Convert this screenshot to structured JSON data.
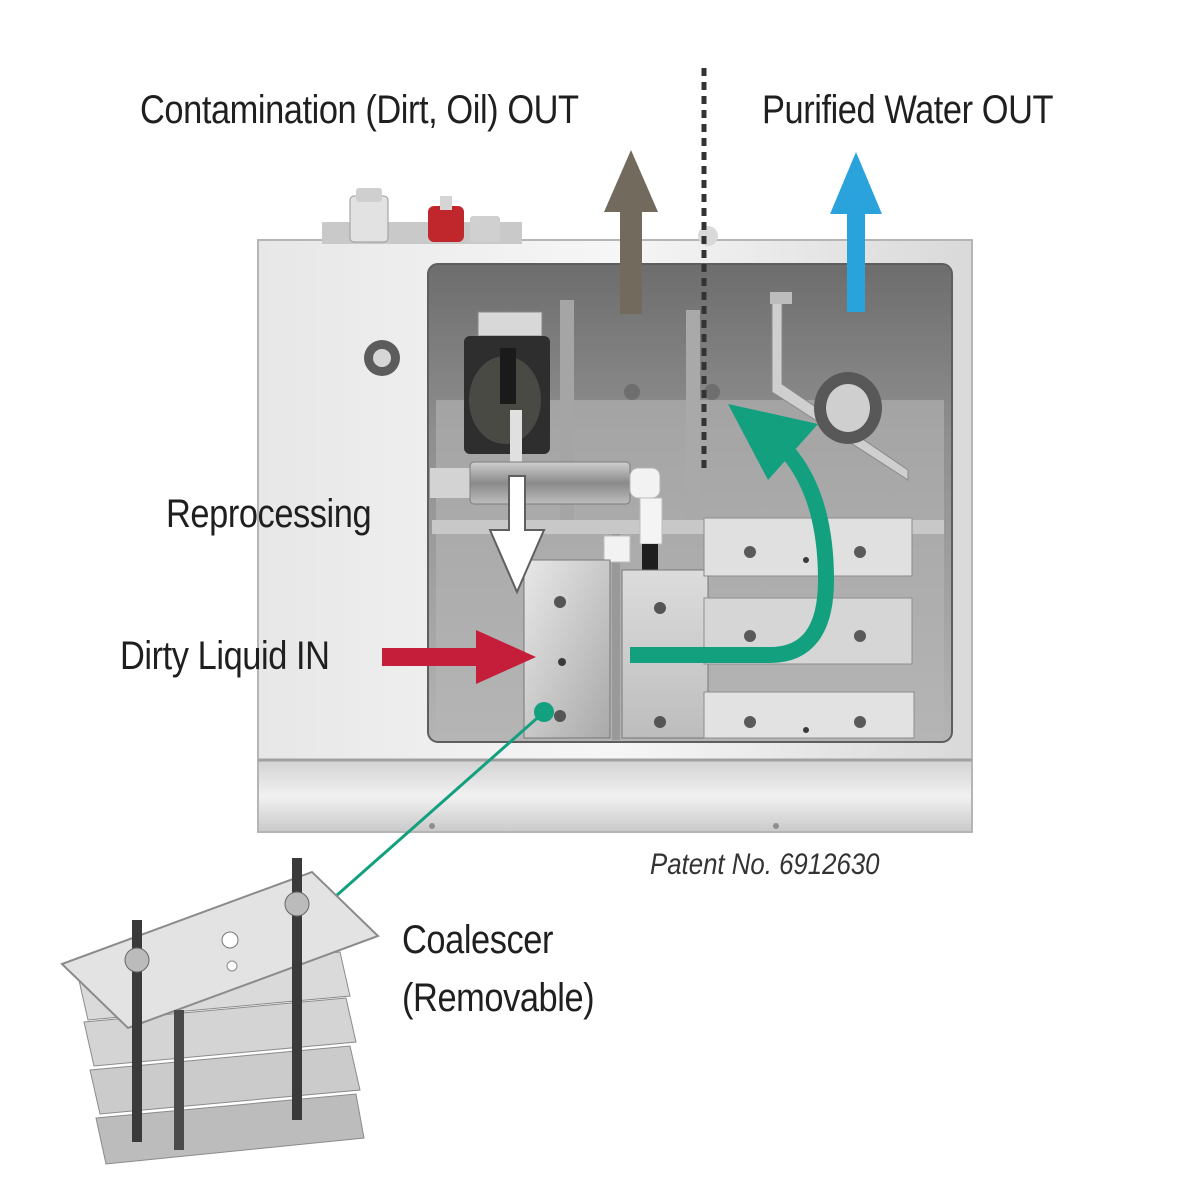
{
  "labels": {
    "contamination_out": "Contamination (Dirt, Oil) OUT",
    "purified_out": "Purified Water OUT",
    "reprocessing": "Reprocessing",
    "dirty_in": "Dirty Liquid IN",
    "patent": "Patent No. 6912630",
    "coalescer_line1": "Coalescer",
    "coalescer_line2": "(Removable)"
  },
  "colors": {
    "contamination_arrow": "#736a5e",
    "purified_arrow": "#2aa3dc",
    "dirty_in_arrow": "#c41e3a",
    "flow_arrow": "#12a07e",
    "divider": "#333333",
    "steel_light": "#e4e4e4",
    "steel_dark": "#9a9a9a"
  }
}
